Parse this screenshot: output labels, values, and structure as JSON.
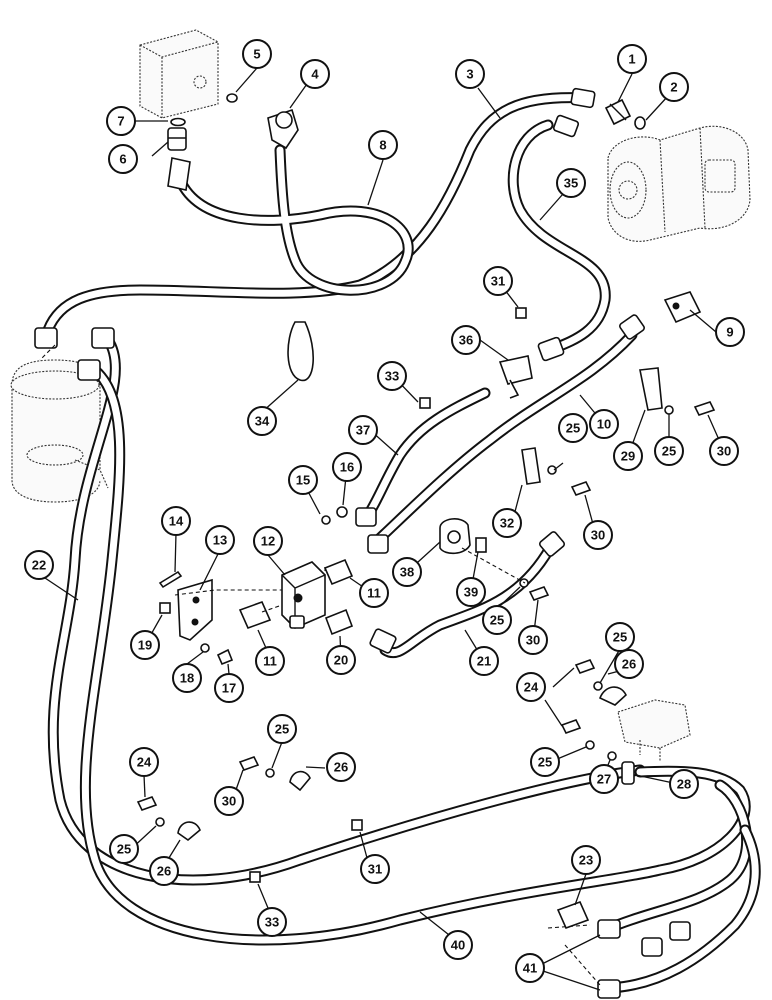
{
  "callouts": [
    {
      "id": "c1",
      "label": "1"
    },
    {
      "id": "c2",
      "label": "2"
    },
    {
      "id": "c3",
      "label": "3"
    },
    {
      "id": "c4",
      "label": "4"
    },
    {
      "id": "c5",
      "label": "5"
    },
    {
      "id": "c6",
      "label": "6"
    },
    {
      "id": "c7",
      "label": "7"
    },
    {
      "id": "c8",
      "label": "8"
    },
    {
      "id": "c9",
      "label": "9"
    },
    {
      "id": "c10",
      "label": "10"
    },
    {
      "id": "c11a",
      "label": "11"
    },
    {
      "id": "c11b",
      "label": "11"
    },
    {
      "id": "c12",
      "label": "12"
    },
    {
      "id": "c13",
      "label": "13"
    },
    {
      "id": "c14",
      "label": "14"
    },
    {
      "id": "c15",
      "label": "15"
    },
    {
      "id": "c16",
      "label": "16"
    },
    {
      "id": "c17",
      "label": "17"
    },
    {
      "id": "c18",
      "label": "18"
    },
    {
      "id": "c19",
      "label": "19"
    },
    {
      "id": "c20",
      "label": "20"
    },
    {
      "id": "c21",
      "label": "21"
    },
    {
      "id": "c22",
      "label": "22"
    },
    {
      "id": "c23",
      "label": "23"
    },
    {
      "id": "c24a",
      "label": "24"
    },
    {
      "id": "c24b",
      "label": "24"
    },
    {
      "id": "c25a",
      "label": "25"
    },
    {
      "id": "c25b",
      "label": "25"
    },
    {
      "id": "c25c",
      "label": "25"
    },
    {
      "id": "c25d",
      "label": "25"
    },
    {
      "id": "c25e",
      "label": "25"
    },
    {
      "id": "c25f",
      "label": "25"
    },
    {
      "id": "c26a",
      "label": "26"
    },
    {
      "id": "c26b",
      "label": "26"
    },
    {
      "id": "c26c",
      "label": "26"
    },
    {
      "id": "c27",
      "label": "27"
    },
    {
      "id": "c28",
      "label": "28"
    },
    {
      "id": "c29",
      "label": "29"
    },
    {
      "id": "c30a",
      "label": "30"
    },
    {
      "id": "c30b",
      "label": "30"
    },
    {
      "id": "c30c",
      "label": "30"
    },
    {
      "id": "c30d",
      "label": "30"
    },
    {
      "id": "c31a",
      "label": "31"
    },
    {
      "id": "c31b",
      "label": "31"
    },
    {
      "id": "c32",
      "label": "32"
    },
    {
      "id": "c33a",
      "label": "33"
    },
    {
      "id": "c33b",
      "label": "33"
    },
    {
      "id": "c34",
      "label": "34"
    },
    {
      "id": "c35",
      "label": "35"
    },
    {
      "id": "c36",
      "label": "36"
    },
    {
      "id": "c37",
      "label": "37"
    },
    {
      "id": "c38",
      "label": "38"
    },
    {
      "id": "c39",
      "label": "39"
    },
    {
      "id": "c40",
      "label": "40"
    },
    {
      "id": "c41",
      "label": "41"
    }
  ]
}
